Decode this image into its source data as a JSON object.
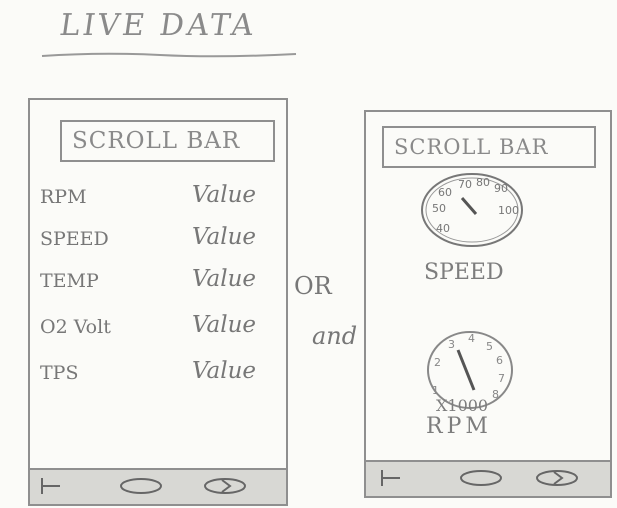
{
  "header": {
    "title": "LIVE DATA"
  },
  "left_screen": {
    "scroll_bar_label": "SCROLL BAR",
    "rows": [
      {
        "label": "RPM",
        "value": "Value"
      },
      {
        "label": "SPEED",
        "value": "Value"
      },
      {
        "label": "TEMP",
        "value": "Value"
      },
      {
        "label": "O2 Volt",
        "value": "Value"
      },
      {
        "label": "TPS",
        "value": "Value"
      }
    ]
  },
  "connector": {
    "or": "OR",
    "and": "and"
  },
  "right_screen": {
    "scroll_bar_label": "SCROLL BAR",
    "speed_gauge": {
      "ticks": [
        "40",
        "50",
        "60",
        "70",
        "80",
        "90",
        "100"
      ],
      "label": "SPEED"
    },
    "rpm_gauge": {
      "ticks": [
        "1",
        "2",
        "3",
        "4",
        "5",
        "6",
        "7",
        "8"
      ],
      "multiplier": "X1000",
      "label": "RPM"
    }
  },
  "nav_icons": [
    "home-icon",
    "circle-icon",
    "back-icon"
  ]
}
